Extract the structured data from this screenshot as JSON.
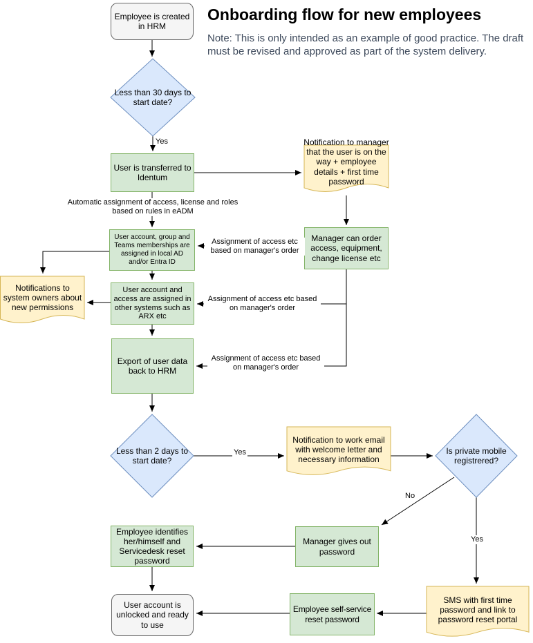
{
  "header": {
    "title": "Onboarding flow for new employees",
    "note": "Note: This is only intended as an example of good practice. The draft must be revised and approved as part of the system delivery."
  },
  "nodes": {
    "start": {
      "label": "Employee is created in HRM"
    },
    "d1": {
      "label": "Less than 30 days to start date?"
    },
    "identum": {
      "label": "User is transferred to Identum"
    },
    "notif_manager": {
      "label": "Notification to manager that the user is on the way + employee details + first time password"
    },
    "manager_order": {
      "label": "Manager can order access, equipment, change license etc"
    },
    "ad": {
      "label": "User account, group and Teams memberships are assigned in local AD and/or Entra ID"
    },
    "notif_owners": {
      "label": "Notifications to system owners about new permissions"
    },
    "arx": {
      "label": "User account and access are assigned in other systems such as ARX etc"
    },
    "export_hrm": {
      "label": "Export of user data back to HRM"
    },
    "d2": {
      "label": "Less than 2 days to start date?"
    },
    "notif_email": {
      "label": "Notification to work email with welcome letter and necessary information"
    },
    "d3": {
      "label": "Is private mobile registrered?"
    },
    "mgr_pwd": {
      "label": "Manager gives out password"
    },
    "emp_id": {
      "label": "Employee identifies her/himself and Servicedesk reset password"
    },
    "unlocked": {
      "label": "User account is unlocked and ready to use"
    },
    "self_service": {
      "label": "Employee self-service reset password"
    },
    "sms": {
      "label": "SMS with first time password and link to password reset portal"
    }
  },
  "edge_labels": {
    "yes1": "Yes",
    "yes2": "Yes",
    "yes3": "Yes",
    "no": "No",
    "auto_assign": "Automatic assignment of access, license and roles based on rules in eADM",
    "assign1": "Assignment of access etc based on manager's order",
    "assign2": "Assignment of access etc based on manager's order",
    "assign3": "Assignment of access etc based on manager's order"
  },
  "colors": {
    "process_fill": "#d5e8d4",
    "process_stroke": "#82b366",
    "decision_fill": "#dae8fc",
    "decision_stroke": "#6c8ebf",
    "document_fill": "#fff2cc",
    "document_stroke": "#d6b656",
    "terminator_fill": "#f5f5f5",
    "terminator_stroke": "#666666",
    "connector": "#000000",
    "note_text": "#3e4a5c"
  }
}
